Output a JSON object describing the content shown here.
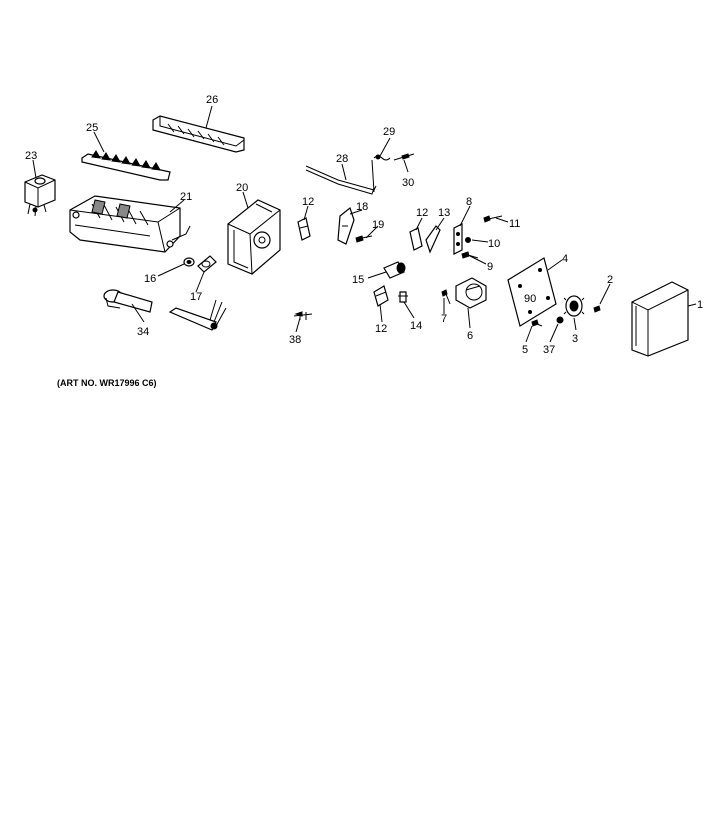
{
  "caption": "(ART NO. WR17996 C6)",
  "callouts": {
    "c1": "1",
    "c2": "2",
    "c3": "3",
    "c4": "4",
    "c5": "5",
    "c6": "6",
    "c7": "7",
    "c8": "8",
    "c9": "9",
    "c10": "10",
    "c11": "11",
    "c12a": "12",
    "c12b": "12",
    "c12c": "12",
    "c13": "13",
    "c14": "14",
    "c15": "15",
    "c16": "16",
    "c17": "17",
    "c18": "18",
    "c19": "19",
    "c20": "20",
    "c21": "21",
    "c23": "23",
    "c25": "25",
    "c26": "26",
    "c28": "28",
    "c29": "29",
    "c30": "30",
    "c34": "34",
    "c37": "37",
    "c38": "38"
  }
}
